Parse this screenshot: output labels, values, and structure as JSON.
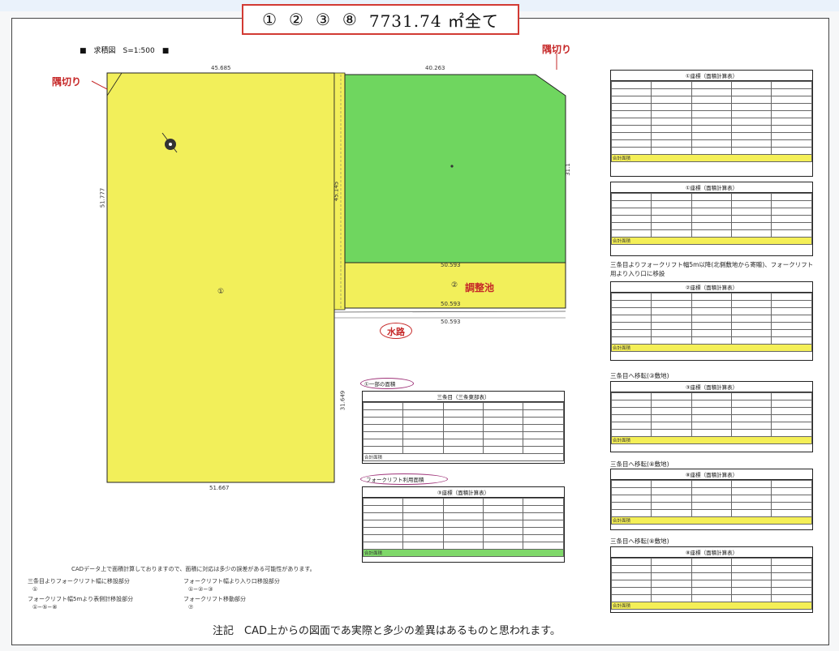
{
  "header": {
    "parcels": [
      "①",
      "②",
      "③",
      "⑧"
    ],
    "area": "7731.74 ㎡全て"
  },
  "plan": {
    "title": "■　求積図　S=1:500　■",
    "labels": {
      "corner_cut_left": "隅切り",
      "corner_cut_right": "隅切り",
      "adjacent_pond": "調整池",
      "waterway": "水路",
      "parcel_one": "①",
      "parcel_two": "②"
    },
    "dims": {
      "top_left": "45.685",
      "top_right": "40.263",
      "left_side": "51.777",
      "right_side": "31.649",
      "bottom": "51.667",
      "green_bottom": "50.593",
      "yellow_small": "50.593",
      "waterway_len": "50.593",
      "green_right": "31.1",
      "mid_vert": "45.145"
    }
  },
  "tables": {
    "t1_caption": "①座標（面積計算表）",
    "t1_total": "合計面積",
    "t2_caption": "①座標（面積計算表）",
    "t2_total": "合計面積",
    "note_forklift": "三条目よりフォークリフト幅5m以降(北側敷地から寄贈)、フォークリフト用より入り口に移設",
    "t3_caption": "②座標（面積計算表）",
    "t3_total": "合計面積",
    "label_three": "三条目へ移転(③敷地)",
    "t4_caption": "③座標（面積計算表）",
    "t4_total": "合計面積",
    "label_four": "三条目へ移転(⑧敷地)",
    "t5_caption": "⑧座標（面積計算表）",
    "t5_total": "合計面積",
    "label_five": "三条目へ移転(⑧敷地)",
    "t6_caption": "⑧座標（面積計算表）",
    "t6_total": "合計面積",
    "mid1_label": "①一部の面積",
    "mid1_caption": "三条目（三条東部表）",
    "mid1_total": "合計面積",
    "mid2_label": "フォークリフト利用面積",
    "mid2_caption": "③座標（面積計算表）",
    "mid2_total": "合計面積"
  },
  "footer": {
    "cad_note": "CADデータ上で面積計算しておりますので、面積に対応は多少の誤差がある可能性があります。",
    "col1_a": "三条目よりフォークリフト幅に移設部分",
    "col1_b": "①",
    "col1_c": "フォークリフト幅5mより表側計移設部分",
    "col1_d": "①−⑤−⑧",
    "col2_a": "フォークリフト幅より入り口移設部分",
    "col2_b": "①−②−③",
    "col2_c": "フォークリフト移動部分",
    "col2_d": "⑦",
    "remark": "注記　CAD上からの図面であ実際と多少の差異はあるものと思われます。"
  },
  "colors": {
    "yellow": "#f2ef5a",
    "green": "#6fd65f",
    "red": "#c62828",
    "frame": "#d23a33"
  }
}
